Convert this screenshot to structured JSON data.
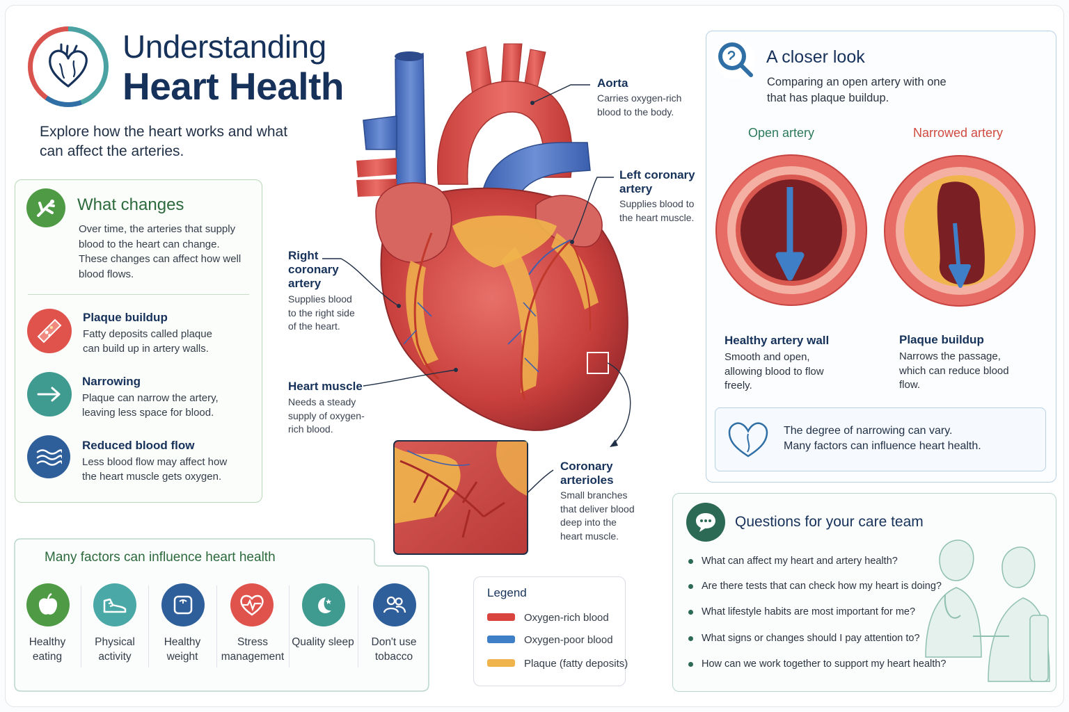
{
  "header": {
    "title_line1": "Understanding",
    "title_line2": "Heart Health",
    "intro": "Explore how the heart works and what can affect the arteries."
  },
  "what_changes": {
    "title": "What changes",
    "body": "Over time, the arteries that supply blood to the heart can change. These changes can affect how well blood flows.",
    "items": [
      {
        "title": "Plaque buildup",
        "desc": "Fatty deposits called plaque can build up in artery walls.",
        "icon": "plaque-icon"
      },
      {
        "title": "Narrowing",
        "desc": "Plaque can narrow the artery, leaving less space for blood.",
        "icon": "narrowing-arrow-icon"
      },
      {
        "title": "Reduced blood flow",
        "desc": "Less blood flow may affect how the heart muscle gets oxygen.",
        "icon": "wave-icon"
      }
    ]
  },
  "factors": {
    "title": "Many factors can influence heart health",
    "items": [
      {
        "label": "Healthy eating",
        "icon": "apple-icon",
        "color": "#4f9a45"
      },
      {
        "label": "Physical activity",
        "icon": "shoe-icon",
        "color": "#4aa9a6"
      },
      {
        "label": "Healthy weight",
        "icon": "scale-icon",
        "color": "#2f5f9a"
      },
      {
        "label": "Stress management",
        "icon": "heartbeat-icon",
        "color": "#d9534f"
      },
      {
        "label": "Quality sleep",
        "icon": "moon-icon",
        "color": "#3f9a8f"
      },
      {
        "label": "Don't use tobacco",
        "icon": "people-icon",
        "color": "#2f5f9a"
      }
    ]
  },
  "heart_labels": {
    "aorta": {
      "title": "Aorta",
      "desc": "Carries oxygen-rich blood to the body."
    },
    "left_coronary": {
      "title": "Left coronary artery",
      "desc": "Supplies blood to the heart muscle."
    },
    "right_coronary": {
      "title": "Right coronary artery",
      "desc": "Supplies blood to the right side of the heart."
    },
    "heart_muscle": {
      "title": "Heart muscle",
      "desc": "Needs a steady supply of oxygen-rich blood."
    },
    "arterioles": {
      "title": "Coronary arterioles",
      "desc": "Small branches that deliver blood deep into the heart muscle."
    }
  },
  "legend": {
    "title": "Legend",
    "items": [
      {
        "label": "Oxygen-rich blood",
        "color": "#d9443f"
      },
      {
        "label": "Oxygen-poor blood",
        "color": "#3f7fc8"
      },
      {
        "label": "Plaque (fatty deposits)",
        "color": "#f0b44c"
      }
    ]
  },
  "closer_look": {
    "title": "A closer look",
    "subtitle": "Comparing an open artery with one that has plaque buildup.",
    "open_label": "Open artery",
    "narrowed_label": "Narrowed artery",
    "healthy_wall_title": "Healthy artery wall",
    "healthy_wall_desc": "Smooth and open, allowing blood to flow freely.",
    "plaque_title": "Plaque buildup",
    "plaque_desc": "Narrows the passage, which can reduce blood flow.",
    "note_line1": "The degree of narrowing can vary.",
    "note_line2": "Many factors can influence heart health."
  },
  "questions": {
    "title": "Questions for your care team",
    "items": [
      "What can affect my heart and artery health?",
      "Are there tests that can check how my heart is doing?",
      "What lifestyle habits are most important for me?",
      "What signs or changes should I pay attention to?",
      "How can we work together to support my heart health?"
    ]
  },
  "colors": {
    "navy": "#17325a",
    "green": "#2c6a3c",
    "red": "#d9443f",
    "blue": "#3f7fc8",
    "plaque": "#f0b44c"
  }
}
